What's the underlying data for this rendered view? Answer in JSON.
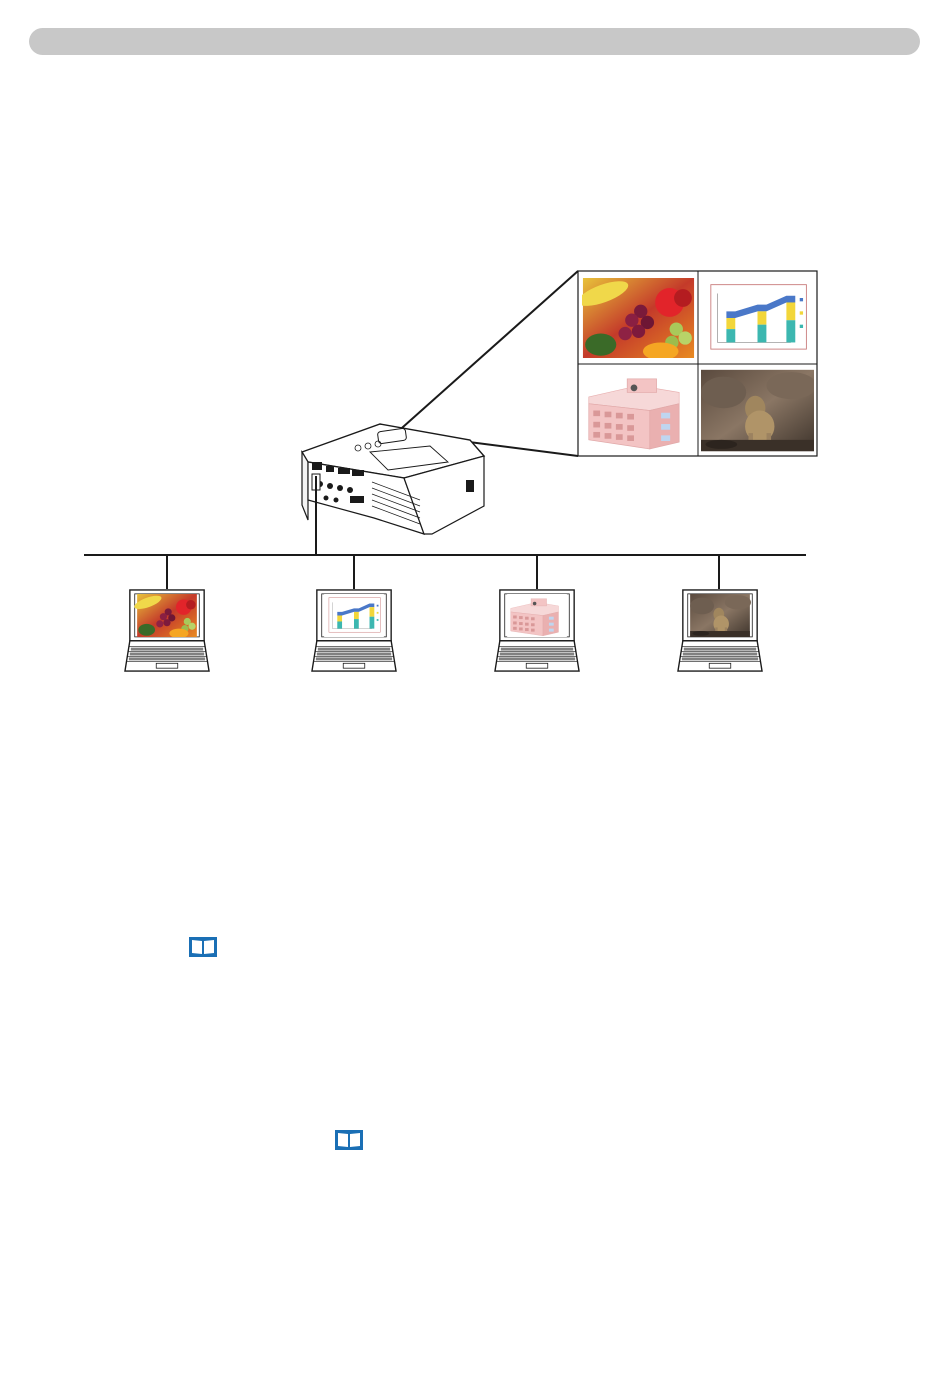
{
  "header": {},
  "colors": {
    "header_bar": "#c8c8c8",
    "line": "#1a1a1a",
    "book_icon": "#1a6fb5",
    "chart_teal": "#3cb7b0",
    "chart_yellow": "#f2d63a",
    "chart_blue": "#4a78c8",
    "building_pink": "#f3c4c4"
  },
  "diagram": {
    "projected_screen": {
      "panels": [
        "fruit-photo",
        "bar-chart",
        "building-drawing",
        "lion-photo"
      ]
    },
    "computers": [
      {
        "screen": "fruit-photo"
      },
      {
        "screen": "bar-chart"
      },
      {
        "screen": "building-drawing"
      },
      {
        "screen": "lion-photo"
      }
    ]
  },
  "icons": {
    "reference_1": "book-icon",
    "reference_2": "book-icon"
  }
}
